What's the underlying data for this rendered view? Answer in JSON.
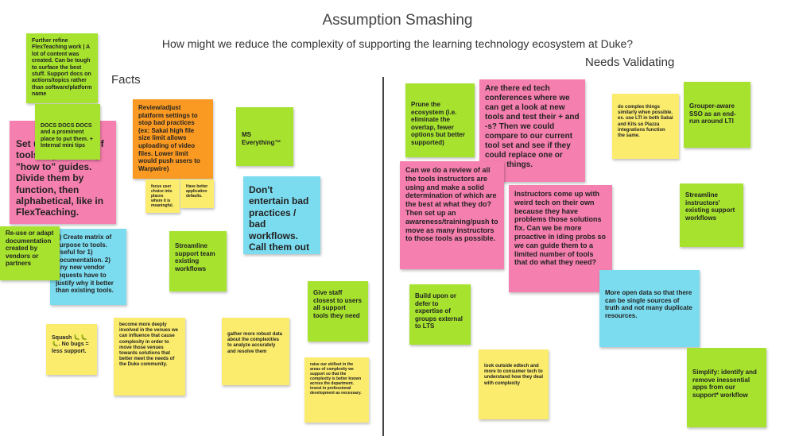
{
  "title": "Assumption Smashing",
  "subtitle": "How might we reduce the complexity of supporting the learning technology ecosystem at Duke?",
  "labels": {
    "facts": "Facts",
    "needs_validating": "Needs Validating"
  },
  "colors": {
    "green": "#a6e22e",
    "pink": "#f57fae",
    "blue": "#7cdcef",
    "yellow": "#fbec6e",
    "orange": "#fb9a22"
  },
  "notes": [
    {
      "id": "n1",
      "text": "Further refine FlexTeaching work | A lot of content was created. Can be tough to surface the best stuff. Support docs on actions/topics rather than software/platform name"
    },
    {
      "id": "n2",
      "text": "Set up collection of tools organized by \"how to\" guides. Divide them by function, then alphabetical, like in FlexTeaching."
    },
    {
      "id": "n3",
      "text": "DOCS DOCS DOCS and a prominent place to put them. + Internal mini tips"
    },
    {
      "id": "n4",
      "text": "Review/adjust platform settings to stop bad practices (ex: Sakai high file size limit allows uploading of video files. Lower limit would push users to Warpwire)"
    },
    {
      "id": "n5",
      "text": "focus user choice into places where it is meaningful."
    },
    {
      "id": "n6",
      "text": "Have better application defaults."
    },
    {
      "id": "n7",
      "text": "MS Everything™"
    },
    {
      "id": "n8",
      "text": "Don't entertain bad practices / bad workflows. Call them out"
    },
    {
      "id": "n9",
      "text": "1) Create matrix of purpose to tools. Useful for 1) documentation. 2) Any new vendor requests have to justify why it better than existing tools."
    },
    {
      "id": "n10",
      "text": "Re-use or adapt documentation created by vendors or partners"
    },
    {
      "id": "n11",
      "text": "Streamline support team existing workflows"
    },
    {
      "id": "n12",
      "text": "Give staff closest to users all support tools they need"
    },
    {
      "id": "n13",
      "text": "Squash 🐛🐛🐛. No bugs = less support."
    },
    {
      "id": "n14",
      "text": "become more deeply involved in the venues we can influence that cause complexity in order to move those venues towards solutions that better meet the needs of the Duke community."
    },
    {
      "id": "n15",
      "text": "gather more robust data about the complexities to analyze accurately and resolve them"
    },
    {
      "id": "n16",
      "text": "raise our skillset in the areas of complexity we support so that the complexity is better known across the department. invest in professional development as necessary."
    },
    {
      "id": "n17",
      "text": "Prune the ecosystem (i.e. eliminate the overlap, fewer options but better supported)"
    },
    {
      "id": "n18",
      "text": "Are there ed tech conferences where we can get a look at new tools and test their + and -s? Then we could compare to our current tool set and see if they could replace one or more things."
    },
    {
      "id": "n19",
      "text": "Can we do a review of all the tools instructors are using and make a solid determination of which are the best at what they do? Then set up an awareness/training/push to move as many instructors to those tools as possible."
    },
    {
      "id": "n20",
      "text": "Instructors come up with weird tech on their own because they have problems those solutions fix. Can we be more proactive in iding probs so we can guide them to a limited number of tools that do what they need?"
    },
    {
      "id": "n21",
      "text": "do complex things similarly when possible. ex. use LTI in both Sakai and Kits so Piazza integrations function the same."
    },
    {
      "id": "n22",
      "text": "Grouper-aware SSO as an end-run around LTI"
    },
    {
      "id": "n23",
      "text": "Streamline instructors' existing support workflows"
    },
    {
      "id": "n24",
      "text": "Build upon or defer to expertise of groups external to LTS"
    },
    {
      "id": "n25",
      "text": "More open data so that there can be single sources of truth and not many duplicate resources."
    },
    {
      "id": "n26",
      "text": "look outside edtech and more to consumer tech to understand how they deal with complexity"
    },
    {
      "id": "n27",
      "text": "Simplify: identify and remove inessential apps from our support* workflow"
    }
  ]
}
